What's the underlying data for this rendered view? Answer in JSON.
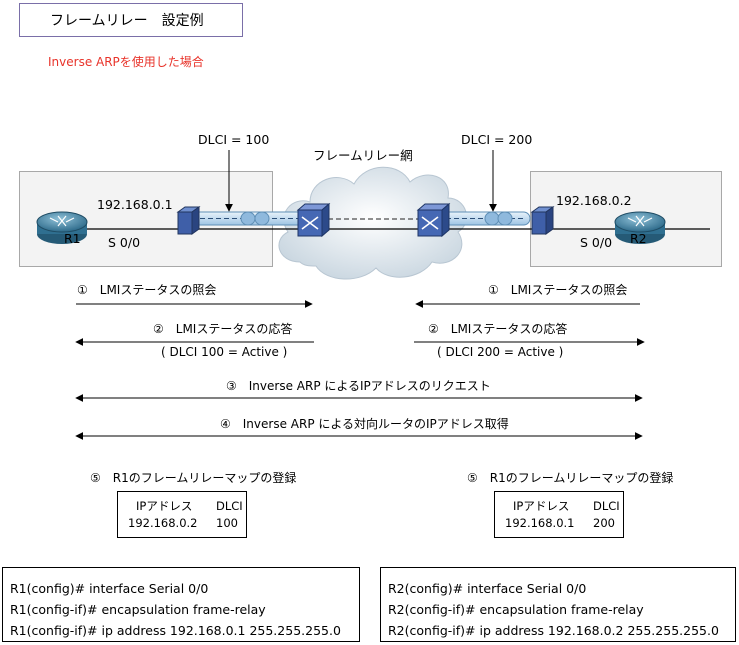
{
  "header": {
    "title": "フレームリレー　設定例",
    "subtitle": "Inverse ARPを使用した場合"
  },
  "network": {
    "frame_relay_label": "フレームリレー網",
    "dlci_left": "DLCI = 100",
    "dlci_right": "DLCI = 200",
    "r1": {
      "name": "R1",
      "ip": "192.168.0.1",
      "interface": "S 0/0"
    },
    "r2": {
      "name": "R2",
      "ip": "192.168.0.2",
      "interface": "S 0/0"
    }
  },
  "steps": {
    "left_1": "①　LMIステータスの照会",
    "right_1": "①　LMIステータスの照会",
    "left_2": "②　LMIステータスの応答",
    "left_2_sub": "( DLCI 100 = Active )",
    "right_2": "②　LMIステータスの応答",
    "right_2_sub": "( DLCI 200 = Active )",
    "step_3": "③　Inverse ARP によるIPアドレスのリクエスト",
    "step_4": "④　Inverse ARP による対向ルータのIPアドレス取得",
    "left_5": "⑤　R1のフレームリレーマップの登録",
    "right_5": "⑤　R1のフレームリレーマップの登録"
  },
  "map_tables": {
    "left": {
      "col1": "IPアドレス",
      "col2": "DLCI",
      "ip": "192.168.0.2",
      "dlci": "100"
    },
    "right": {
      "col1": "IPアドレス",
      "col2": "DLCI",
      "ip": "192.168.0.1",
      "dlci": "200"
    }
  },
  "configs": {
    "r1": [
      "R1(config)# interface Serial 0/0",
      "R1(config-if)# encapsulation frame-relay",
      "R1(config-if)# ip address 192.168.0.1 255.255.255.0"
    ],
    "r2": [
      "R2(config)# interface Serial 0/0",
      "R2(config-if)# encapsulation frame-relay",
      "R2(config-if)# ip address 192.168.0.2 255.255.255.0"
    ]
  },
  "colors": {
    "title_border": "#7a6fa8",
    "subtitle": "#e8332a",
    "router": "#2f6f90",
    "switch": "#3f5fa8",
    "cloud": "#dce6ee"
  }
}
